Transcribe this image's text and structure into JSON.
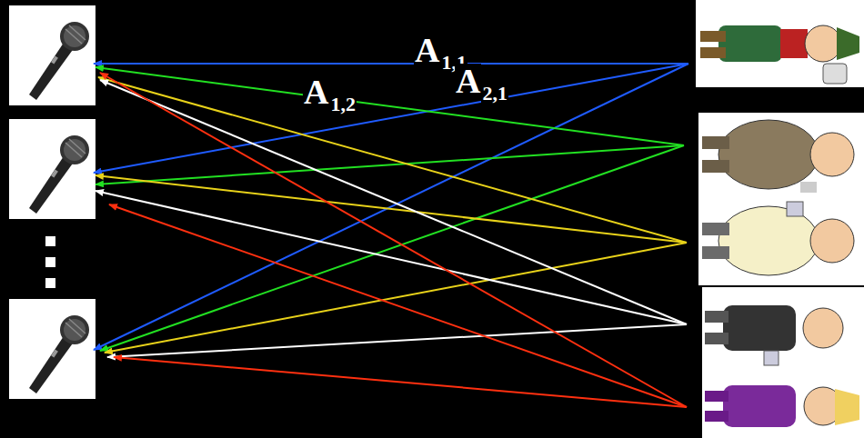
{
  "diagram": {
    "labels": [
      "A",
      "1,1",
      "A",
      "1,2",
      "A",
      "2,1"
    ]
  }
}
